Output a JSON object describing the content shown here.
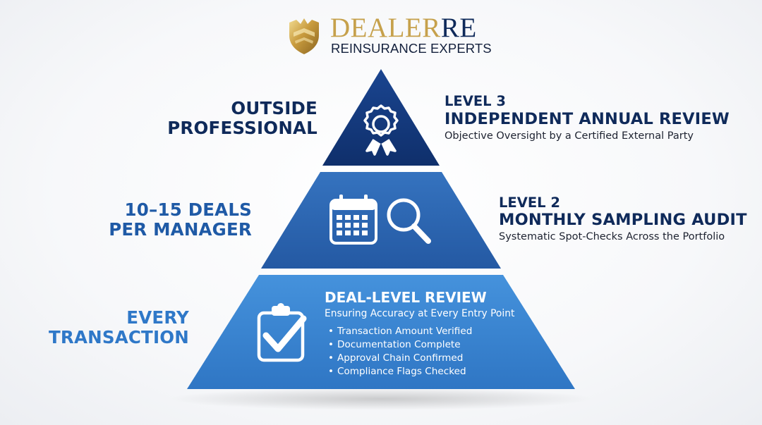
{
  "logo": {
    "word_gold": "DEALER",
    "word_navy": "RE",
    "tagline": "REINSURANCE EXPERTS"
  },
  "levels": [
    {
      "side_label_lines": [
        "OUTSIDE",
        "PROFESSIONAL"
      ],
      "level": "LEVEL 3",
      "title": "INDEPENDENT ANNUAL REVIEW",
      "description": "Objective Oversight by a Certified External Party",
      "icon": "award-ribbon-icon"
    },
    {
      "side_label_lines": [
        "10–15 DEALS",
        "PER MANAGER"
      ],
      "level": "LEVEL 2",
      "title": "MONTHLY SAMPLING AUDIT",
      "description": "Systematic Spot-Checks Across the Portfolio",
      "icons": [
        "calendar-icon",
        "magnifier-icon"
      ]
    },
    {
      "side_label_lines": [
        "EVERY",
        "TRANSACTION"
      ],
      "title": "DEAL-LEVEL REVIEW",
      "subtitle": "Ensuring Accuracy at Every Entry Point",
      "checks": [
        "Transaction Amount Verified",
        "Documentation Complete",
        "Approval Chain Confirmed",
        "Compliance Flags Checked"
      ],
      "icon": "clipboard-check-icon"
    }
  ],
  "colors": {
    "navy": "#0f2a5a",
    "tier_top": "#133a7c",
    "tier_mid": "#2c68b4",
    "tier_base": "#3a84d0",
    "label_mid": "#1f5aa6",
    "label_base": "#2f78c8",
    "gold": "#c6a14c"
  }
}
